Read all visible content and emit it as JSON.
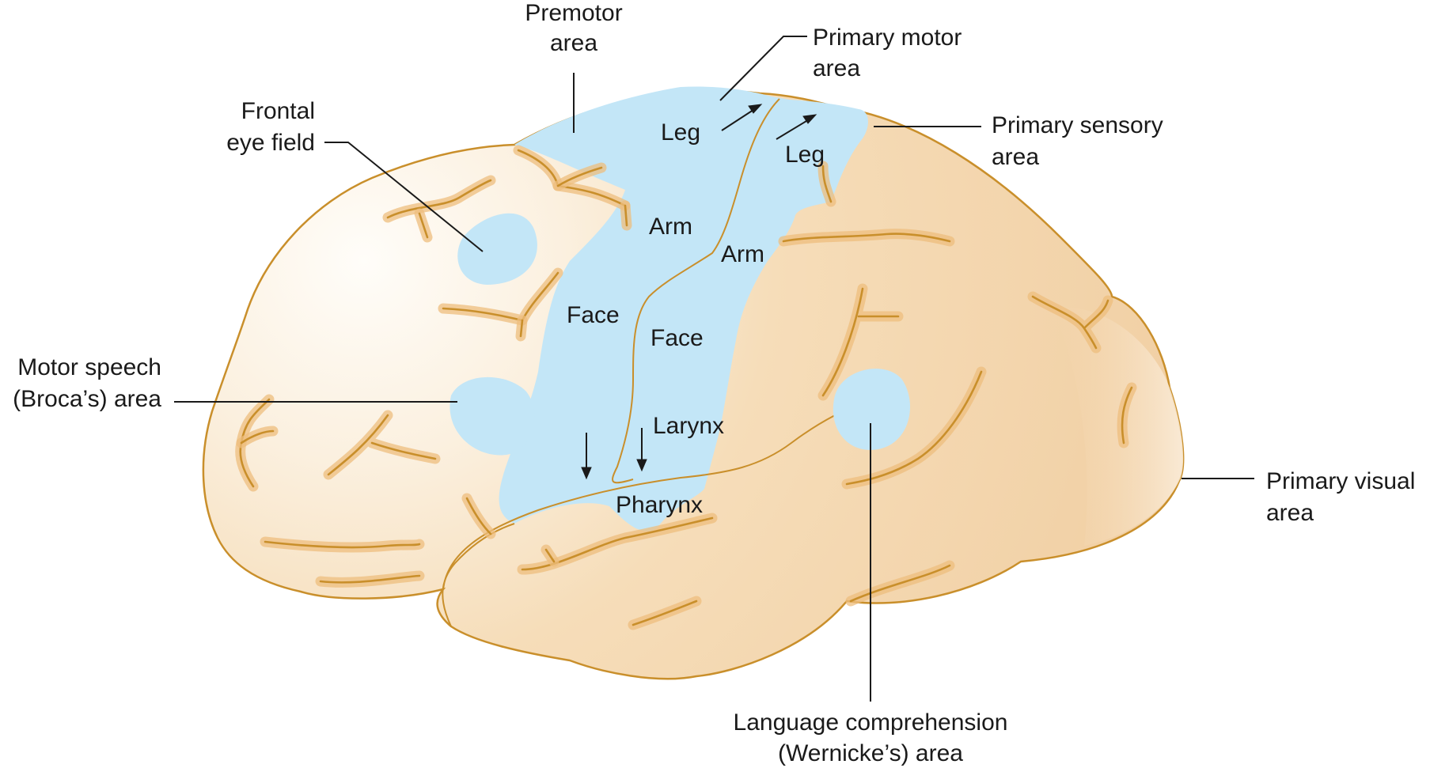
{
  "colors": {
    "brain_light": "#fbf1e2",
    "brain_mid": "#f5dbb6",
    "brain_dark": "#f0cda0",
    "outline": "#c98f2b",
    "sulcus_halo": "#eebd7e",
    "motor_blue": "#c3e6f7",
    "leader": "#1a1a1a"
  },
  "labels": {
    "premotor": [
      "Premotor",
      "area"
    ],
    "primary_motor": [
      "Primary motor",
      "area"
    ],
    "primary_sensory": [
      "Primary sensory",
      "area"
    ],
    "frontal_eye": [
      "Frontal",
      "eye field"
    ],
    "motor_speech": [
      "Motor speech",
      "(Broca’s) area"
    ],
    "primary_visual": [
      "Primary visual",
      "area"
    ],
    "language": [
      "Language comprehension",
      "(Wernicke’s) area"
    ]
  },
  "motor_map": {
    "leg": "Leg",
    "arm": "Arm",
    "face": "Face",
    "pharynx": "Pharynx"
  },
  "sensory_map": {
    "leg": "Leg",
    "arm": "Arm",
    "face": "Face",
    "larynx": "Larynx"
  }
}
